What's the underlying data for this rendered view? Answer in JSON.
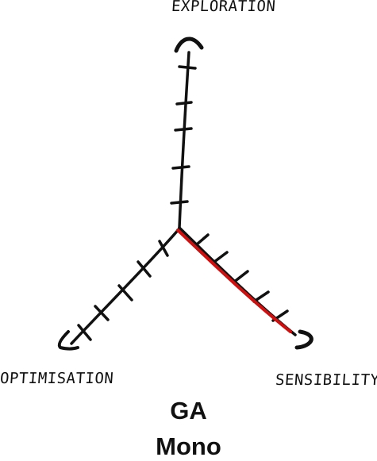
{
  "axes": {
    "top_label": "EXPLORATION",
    "left_label": "OPTIMISATION",
    "right_label": "SENSIBILITY"
  },
  "captions": {
    "line1": "GA",
    "line2": "Mono"
  },
  "highlight": {
    "axis": "SENSIBILITY",
    "value_fraction": 1.0,
    "color": "#cc1111"
  },
  "colors": {
    "axis": "#111111",
    "highlight": "#cc1111"
  }
}
